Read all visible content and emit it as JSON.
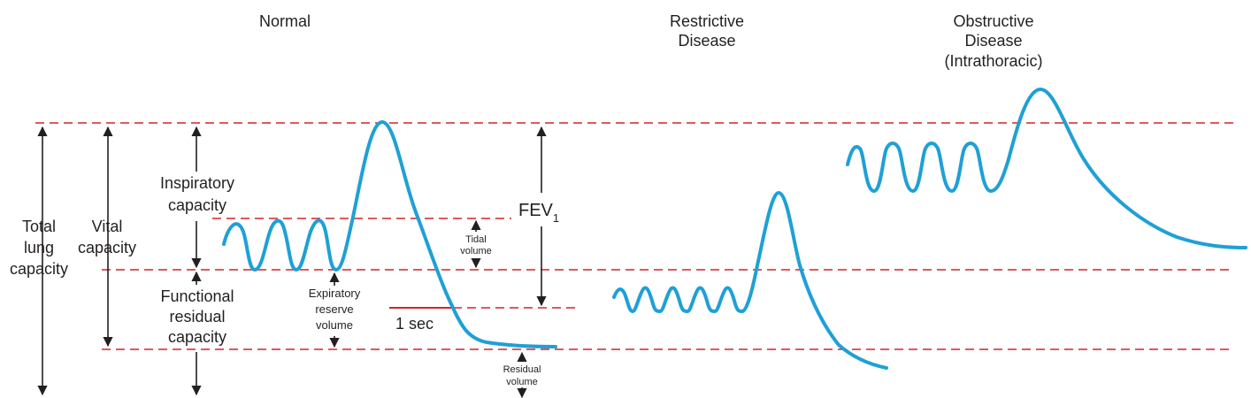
{
  "titles": {
    "normal": "Normal",
    "restrictive": [
      "Restrictive",
      "Disease"
    ],
    "obstructive": [
      "Obstructive",
      "Disease",
      "(Intrathoracic)"
    ]
  },
  "labels": {
    "total_lung_capacity": [
      "Total",
      "lung",
      "capacity"
    ],
    "vital_capacity": [
      "Vital",
      "capacity"
    ],
    "inspiratory_capacity": [
      "Inspiratory",
      "capacity"
    ],
    "functional_residual_capacity": [
      "Functional",
      "residual",
      "capacity"
    ],
    "expiratory_reserve_volume": [
      "Expiratory",
      "reserve",
      "volume"
    ],
    "tidal_volume": [
      "Tidal",
      "volume"
    ],
    "residual_volume": [
      "Residual",
      "volume"
    ],
    "fev": "FEV",
    "fev_subscript": "1",
    "one_second": "1 sec"
  },
  "colors": {
    "curve": "#1fa0d6",
    "reference_line": "#d2232a",
    "text": "#231f20"
  }
}
